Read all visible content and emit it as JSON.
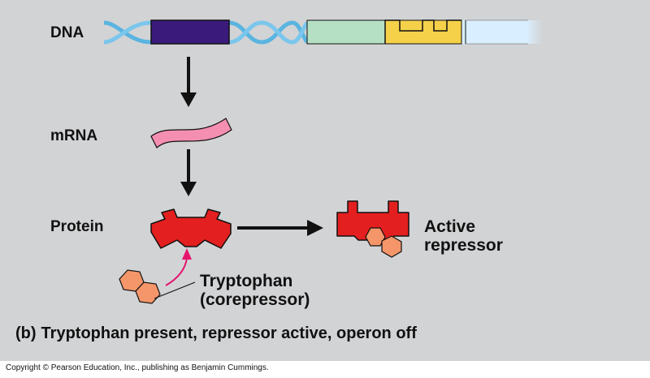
{
  "labels": {
    "dna": "DNA",
    "mrna": "mRNA",
    "protein": "Protein",
    "active_repressor_line1": "Active",
    "active_repressor_line2": "repressor",
    "tryptophan_line1": "Tryptophan",
    "tryptophan_line2": "(corepressor)"
  },
  "caption": {
    "tag": "(b)",
    "text": "Tryptophan present, repressor active, operon off"
  },
  "copyright": "Copyright © Pearson Education, Inc., publishing as Benjamin Cummings.",
  "colors": {
    "background": "#d2d3d5",
    "dna_helix": "#5ab4e0",
    "repressor_gene": "#3a1b7c",
    "region_green": "#b6e0c3",
    "region_yellow": "#f5d14a",
    "region_light_blue": "#d9efff",
    "mrna": "#f48fb1",
    "protein": "#e41f1f",
    "tryptophan": "#f4966a",
    "binding_arrow": "#e5146d"
  }
}
